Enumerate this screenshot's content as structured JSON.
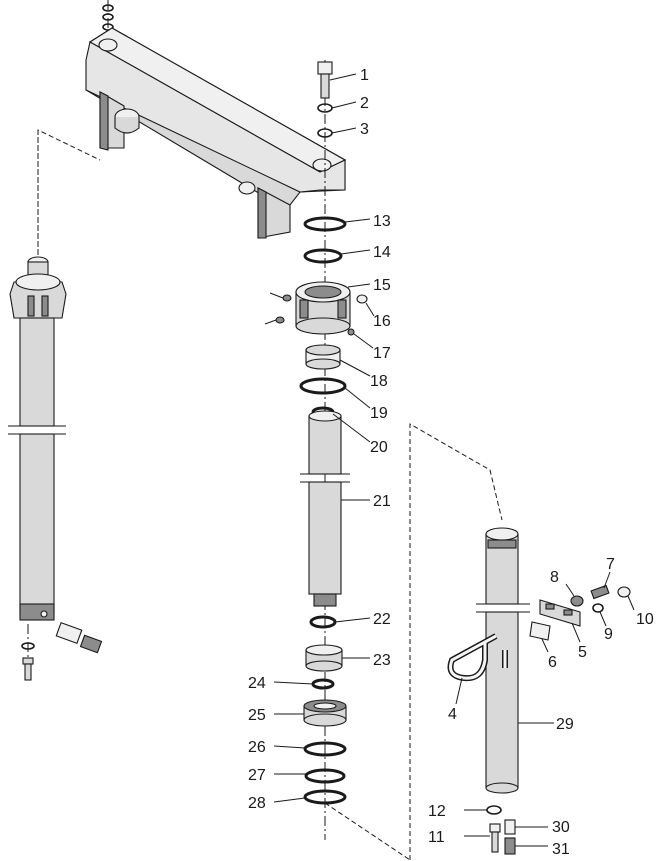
{
  "diagram": {
    "type": "exploded-parts-diagram",
    "callouts": [
      {
        "id": "1",
        "label": "1"
      },
      {
        "id": "2",
        "label": "2"
      },
      {
        "id": "3",
        "label": "3"
      },
      {
        "id": "4",
        "label": "4"
      },
      {
        "id": "5",
        "label": "5"
      },
      {
        "id": "6",
        "label": "6"
      },
      {
        "id": "7",
        "label": "7"
      },
      {
        "id": "8",
        "label": "8"
      },
      {
        "id": "9",
        "label": "9"
      },
      {
        "id": "10",
        "label": "10"
      },
      {
        "id": "11",
        "label": "11"
      },
      {
        "id": "12",
        "label": "12"
      },
      {
        "id": "13",
        "label": "13"
      },
      {
        "id": "14",
        "label": "14"
      },
      {
        "id": "15",
        "label": "15"
      },
      {
        "id": "16",
        "label": "16"
      },
      {
        "id": "17",
        "label": "17"
      },
      {
        "id": "18",
        "label": "18"
      },
      {
        "id": "19",
        "label": "19"
      },
      {
        "id": "20",
        "label": "20"
      },
      {
        "id": "21",
        "label": "21"
      },
      {
        "id": "22",
        "label": "22"
      },
      {
        "id": "23",
        "label": "23"
      },
      {
        "id": "24",
        "label": "24"
      },
      {
        "id": "25",
        "label": "25"
      },
      {
        "id": "26",
        "label": "26"
      },
      {
        "id": "27",
        "label": "27"
      },
      {
        "id": "28",
        "label": "28"
      },
      {
        "id": "29",
        "label": "29"
      },
      {
        "id": "30",
        "label": "30"
      },
      {
        "id": "31",
        "label": "31"
      }
    ]
  }
}
